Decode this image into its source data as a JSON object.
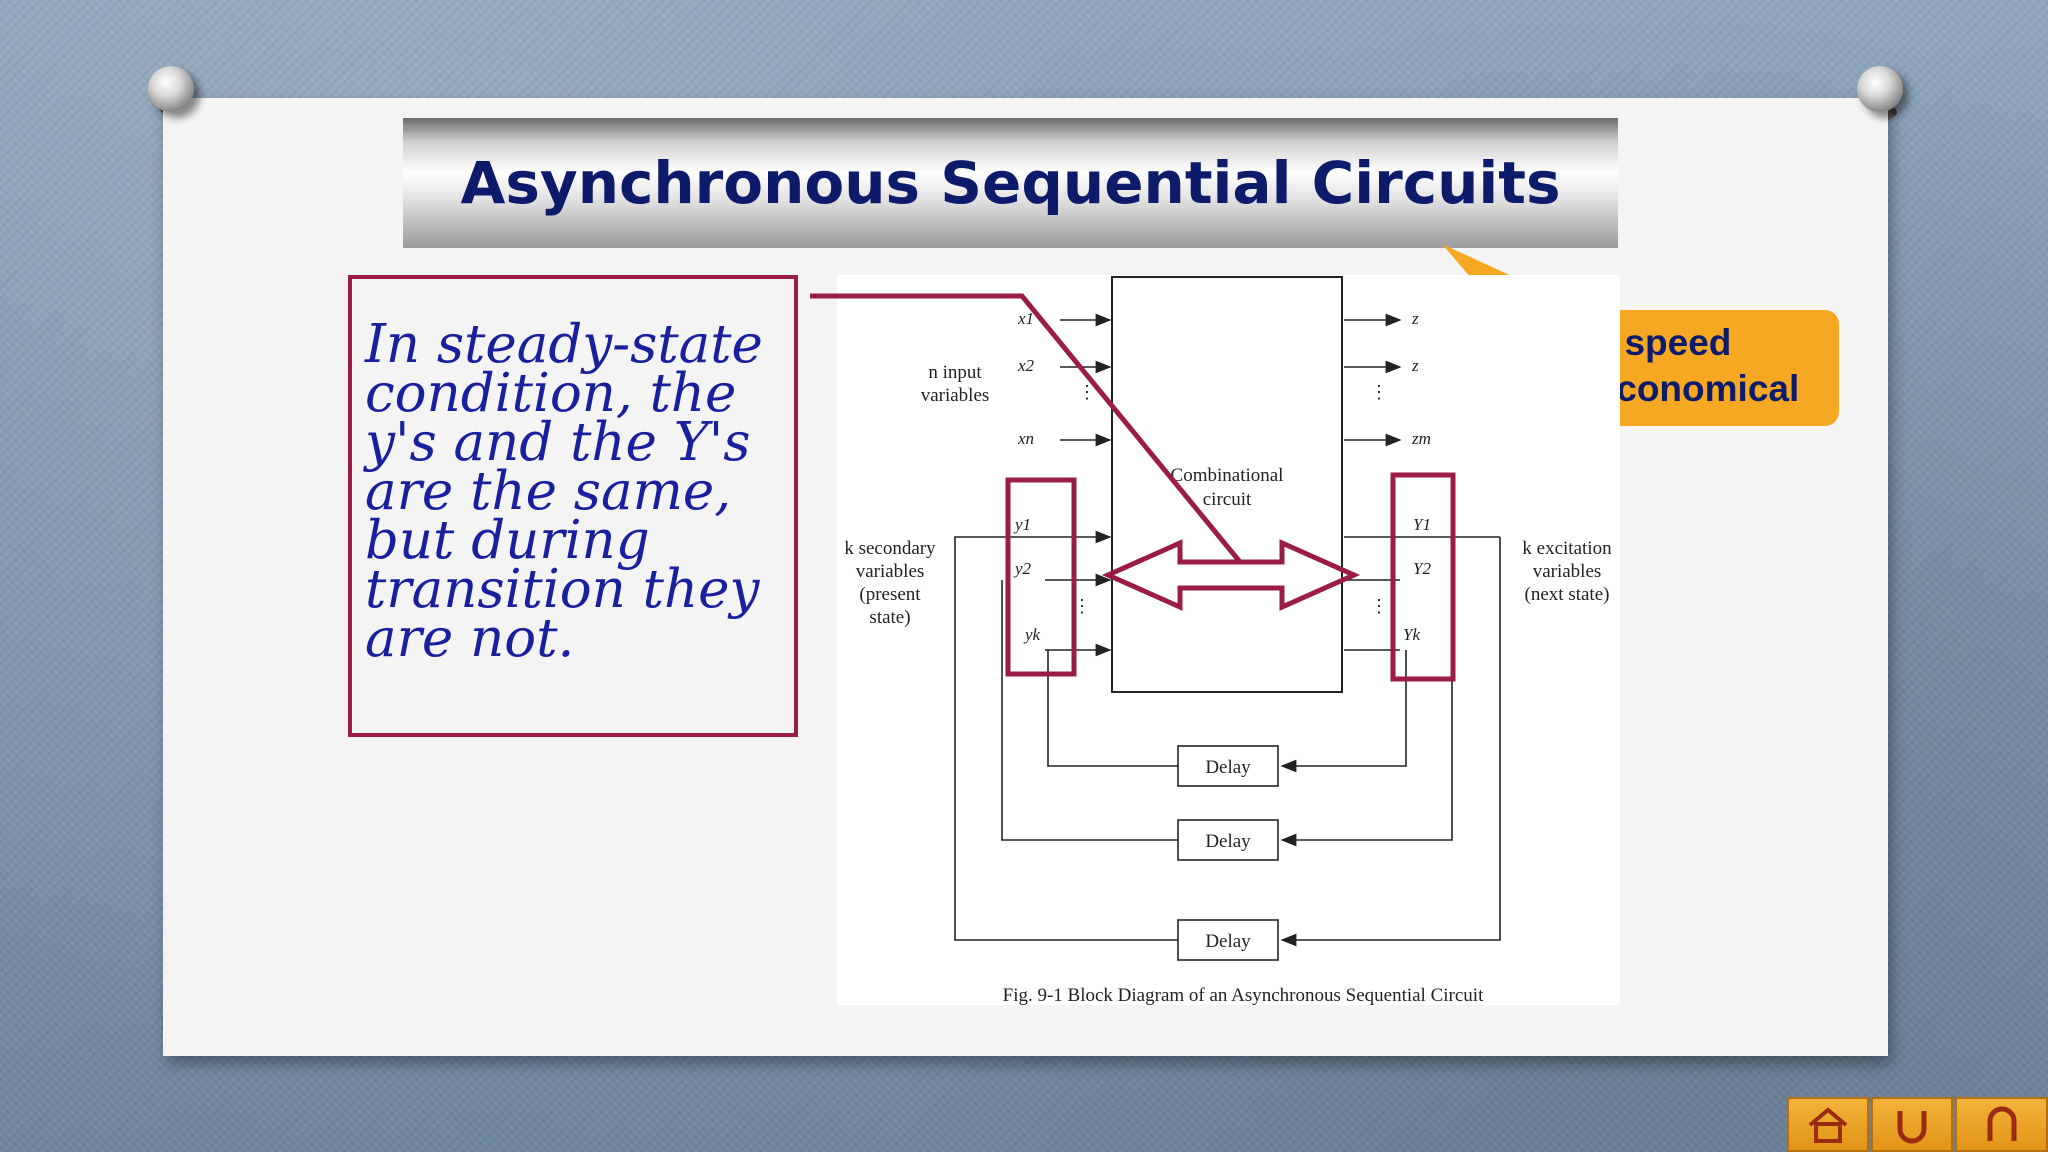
{
  "slide": {
    "title": "Asynchronous Sequential Circuits",
    "note": "In steady-state condition, the y's and the Y's are the same, but during transition they are not.",
    "bullets": [
      "Higher speed",
      "More economical"
    ]
  },
  "figure": {
    "caption": "Fig. 9-1 Block Diagram of an Asynchronous Sequential Circuit",
    "center_block": [
      "Combinational",
      "circuit"
    ],
    "left_top_label": [
      "n input",
      "variables"
    ],
    "left_bottom_label": [
      "k secondary",
      "variables",
      "(present",
      "state)"
    ],
    "right_label": [
      "k excitation",
      "variables",
      "(next state)"
    ],
    "inputs": [
      "x1",
      "x2",
      "xn"
    ],
    "outputs": [
      "z",
      "z",
      "zm"
    ],
    "secondary": [
      "y1",
      "y2",
      "yk"
    ],
    "excitation": [
      "Y1",
      "Y2",
      "Yk"
    ],
    "delays": [
      "Delay",
      "Delay",
      "Delay"
    ]
  },
  "nav": {
    "home_icon": "home-icon",
    "back_icon": "return-icon",
    "undo_icon": "undo-icon"
  },
  "colors": {
    "title": "#0d1b6b",
    "highlight": "#9b1c45",
    "handwriting": "#1a1f9e",
    "callout": "#f7a823"
  }
}
